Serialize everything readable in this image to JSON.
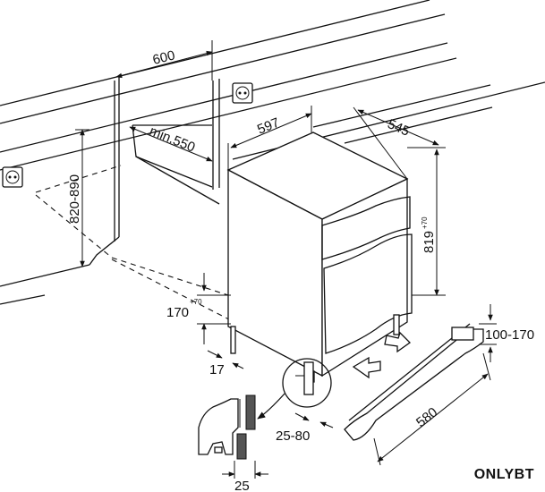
{
  "dimensions": {
    "niche_width": "600",
    "niche_depth_min": "min.550",
    "niche_height": "820-890",
    "appliance_width": "597",
    "appliance_depth": "545",
    "appliance_height": "819",
    "appliance_height_tolerance": "+70",
    "plinth_height": "170",
    "plinth_height_tolerance": "+70",
    "foot_offset": "17",
    "plinth_panel_height": "100-170",
    "plinth_panel_length": "580",
    "door_gap": "25-80",
    "door_thickness": "25"
  },
  "icons": {
    "socket_left": "power-socket-icon",
    "socket_right": "power-socket-icon"
  },
  "watermark": "ONLYBT"
}
